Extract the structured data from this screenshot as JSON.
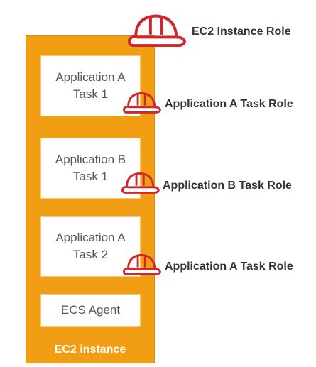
{
  "diagram": {
    "instance_label": "EC2 instance",
    "tasks": [
      {
        "line1": "Application A",
        "line2": "Task 1"
      },
      {
        "line1": "Application B",
        "line2": "Task 1"
      },
      {
        "line1": "Application A",
        "line2": "Task 2"
      }
    ],
    "agent_label": "ECS Agent",
    "roles": {
      "ec2": "EC2 Instance Role",
      "task_a1": "Application A Task Role",
      "task_b1": "Application B Task Role",
      "task_a2": "Application A Task Role"
    },
    "colors": {
      "instance_fill": "#f29e14",
      "helmet_stroke": "#d0262d",
      "box_fill": "#ffffff",
      "text": "#555555"
    },
    "icons": {
      "role": "hard-hat-icon"
    }
  }
}
